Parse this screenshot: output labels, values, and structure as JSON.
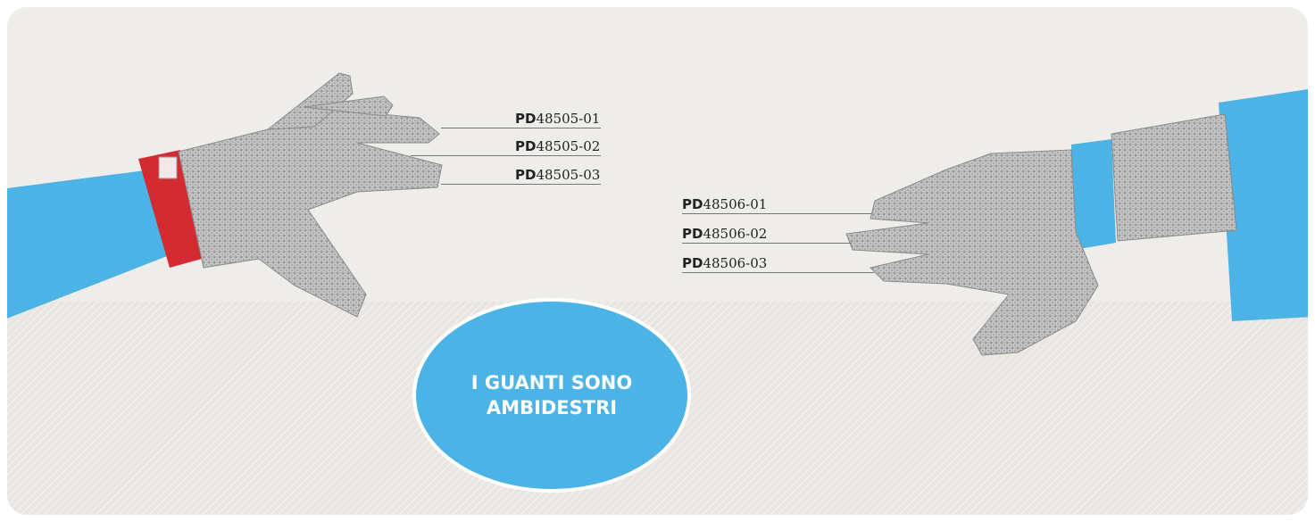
{
  "colors": {
    "sleeve": "#4bb3e5",
    "mesh": "#a8a8a8",
    "strap": "#d42a32",
    "background": "#efedea"
  },
  "left_glove": {
    "codes": [
      {
        "prefix": "PD",
        "number": "48505-01"
      },
      {
        "prefix": "PD",
        "number": "48505-02"
      },
      {
        "prefix": "PD",
        "number": "48505-03"
      }
    ]
  },
  "right_glove": {
    "codes": [
      {
        "prefix": "PD",
        "number": "48506-01"
      },
      {
        "prefix": "PD",
        "number": "48506-02"
      },
      {
        "prefix": "PD",
        "number": "48506-03"
      }
    ]
  },
  "badge": {
    "line1": "I GUANTI SONO",
    "line2": "AMBIDESTRI"
  }
}
